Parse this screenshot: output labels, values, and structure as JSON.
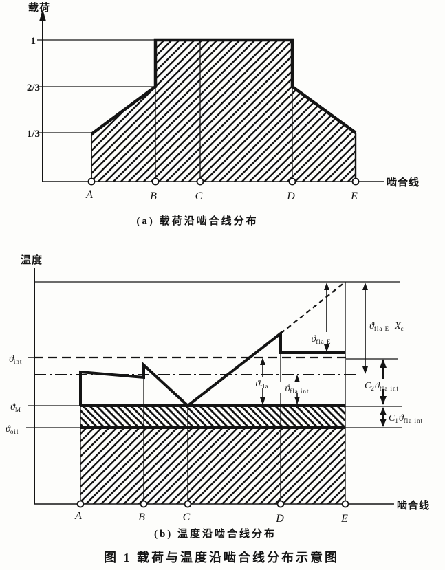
{
  "figure_captions": {
    "a": "(a) 载荷沿啮合线分布",
    "b": "(b) 温度沿啮合线分布",
    "main": "图 1  载荷与温度沿啮合线分布示意图"
  },
  "panel_a": {
    "y_axis": "载荷",
    "x_axis": "啮合线",
    "ticks": {
      "one": "1",
      "two_thirds": "2/3",
      "one_third": "1/3"
    },
    "points": [
      "A",
      "B",
      "C",
      "D",
      "E"
    ],
    "chart": {
      "type": "area",
      "x": [
        "A",
        "B",
        "B",
        "D",
        "D",
        "E"
      ],
      "load": [
        0.333,
        0.667,
        1,
        1,
        0.667,
        0.333
      ],
      "note": "load along line of action, hatched under curve"
    }
  },
  "panel_b": {
    "y_axis": "温度",
    "x_axis": "啮合线",
    "points": [
      "A",
      "B",
      "C",
      "D",
      "E"
    ],
    "levels": {
      "int": {
        "m": "ϑ",
        "s": "int"
      },
      "M": {
        "m": "ϑ",
        "s": "M"
      },
      "oil": {
        "m": "ϑ",
        "s": "oil"
      }
    },
    "annotations": {
      "fla": {
        "m": "ϑ",
        "s": "fla"
      },
      "fla_int": {
        "m": "ϑ",
        "s": "fla int"
      },
      "fla_E": {
        "m": "ϑ",
        "s": "fla  E"
      },
      "fla_E_Xe": {
        "m": "ϑ",
        "s": "fla E",
        "m2": "X",
        "s2": "ε"
      },
      "c2": {
        "m": "C",
        "s": "2",
        "m2": "ϑ",
        "s2": "fla int"
      },
      "c1": {
        "m": "C",
        "s": "1",
        "m2": "ϑ",
        "s2": "fla int"
      }
    }
  }
}
